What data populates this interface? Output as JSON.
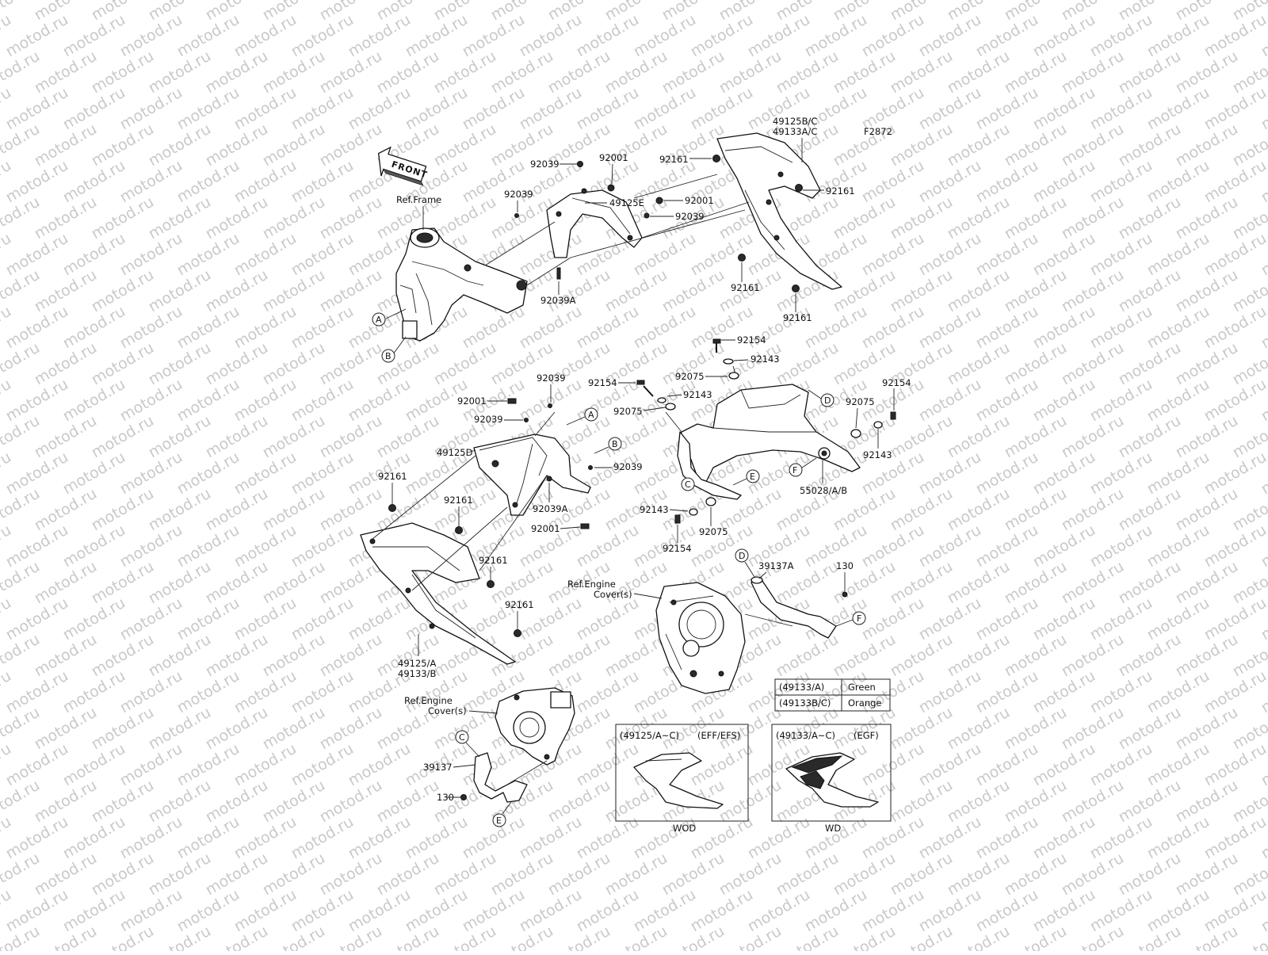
{
  "watermark": "motod.ru",
  "diagram_code": "F2872",
  "front_label": "FRONT",
  "refs": {
    "frame": "Ref.Frame",
    "engine_cover_1a": "Ref.Engine",
    "engine_cover_1b": "Cover(s)",
    "engine_cover_2a": "Ref.Engine",
    "engine_cover_2b": "Cover(s)"
  },
  "part_labels": {
    "p49125bc": "49125B/C",
    "p49133ac": "49133A/C",
    "p92161_a": "92161",
    "p92039_a": "92039",
    "p92001_a": "92001",
    "p92039_b": "92039",
    "p92001_b": "92001",
    "p92039_c": "92039",
    "p92161_b": "92161",
    "p49125e": "49125E",
    "p92039a_a": "92039A",
    "p92161_c": "92161",
    "p92161_d": "92161",
    "p92154_a": "92154",
    "p92143_a": "92143",
    "p92075_a": "92075",
    "p92154_b": "92154",
    "p92143_b": "92143",
    "p92075_b": "92075",
    "p92154_c": "92154",
    "p92075_c": "92075",
    "p92143_c": "92143",
    "p55028ab": "55028/A/B",
    "p92143_d": "92143",
    "p92075_d": "92075",
    "p92154_d": "92154",
    "p92039_d": "92039",
    "p92001_c": "92001",
    "p92039_e": "92039",
    "p49125d": "49125D",
    "p92039_f": "92039",
    "p92039a_b": "92039A",
    "p92001_d": "92001",
    "p92161_e": "92161",
    "p92161_f": "92161",
    "p92161_g": "92161",
    "p92161_h": "92161",
    "p49125a": "49125/A",
    "p49133b": "49133/B",
    "p39137a": "39137A",
    "p130_a": "130",
    "p39137": "39137",
    "p130_b": "130"
  },
  "callouts": {
    "A1": "A",
    "B1": "B",
    "A2": "A",
    "B2": "B",
    "C1": "C",
    "D1": "D",
    "E1": "E",
    "F1": "F",
    "C2": "C",
    "D2": "D",
    "E2": "E",
    "F2": "F"
  },
  "color_table": [
    {
      "code": "(49133/A)",
      "color": "Green"
    },
    {
      "code": "(49133B/C)",
      "color": "Orange"
    }
  ],
  "variant_boxes": [
    {
      "title": "(49125/A~C)",
      "model": "(EFF/EFS)",
      "caption": "WOD"
    },
    {
      "title": "(49133/A~C)",
      "model": "(EGF)",
      "caption": "WD"
    }
  ]
}
